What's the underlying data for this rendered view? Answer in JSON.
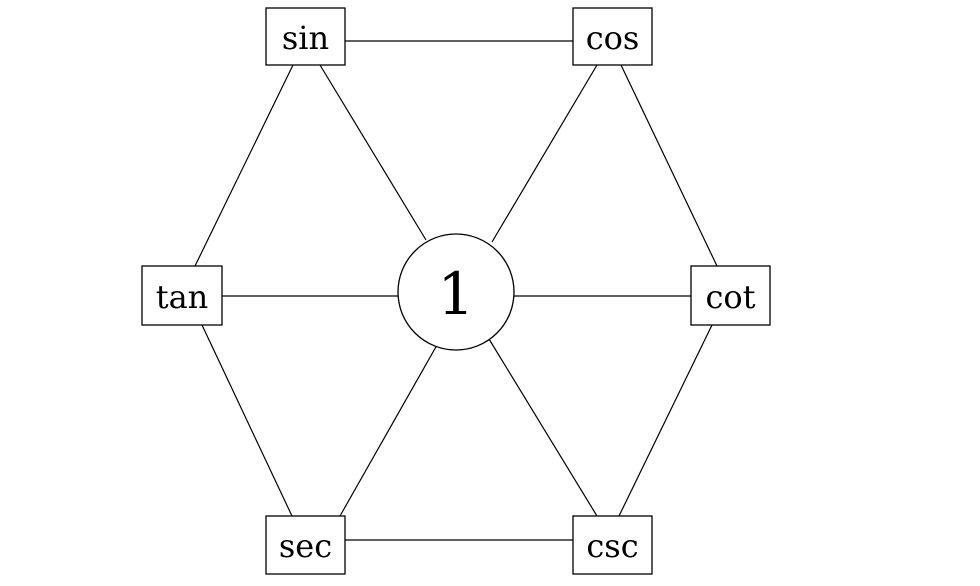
{
  "center": {
    "label": "1"
  },
  "nodes": {
    "sin": {
      "label": "sin"
    },
    "cos": {
      "label": "cos"
    },
    "tan": {
      "label": "tan"
    },
    "cot": {
      "label": "cot"
    },
    "sec": {
      "label": "sec"
    },
    "csc": {
      "label": "csc"
    }
  },
  "connections": [
    [
      "sin",
      "cos"
    ],
    [
      "cos",
      "cot"
    ],
    [
      "cot",
      "csc"
    ],
    [
      "csc",
      "sec"
    ],
    [
      "sec",
      "tan"
    ],
    [
      "tan",
      "sin"
    ],
    [
      "sin",
      "center"
    ],
    [
      "cos",
      "center"
    ],
    [
      "tan",
      "center"
    ],
    [
      "cot",
      "center"
    ],
    [
      "sec",
      "center"
    ],
    [
      "csc",
      "center"
    ]
  ]
}
